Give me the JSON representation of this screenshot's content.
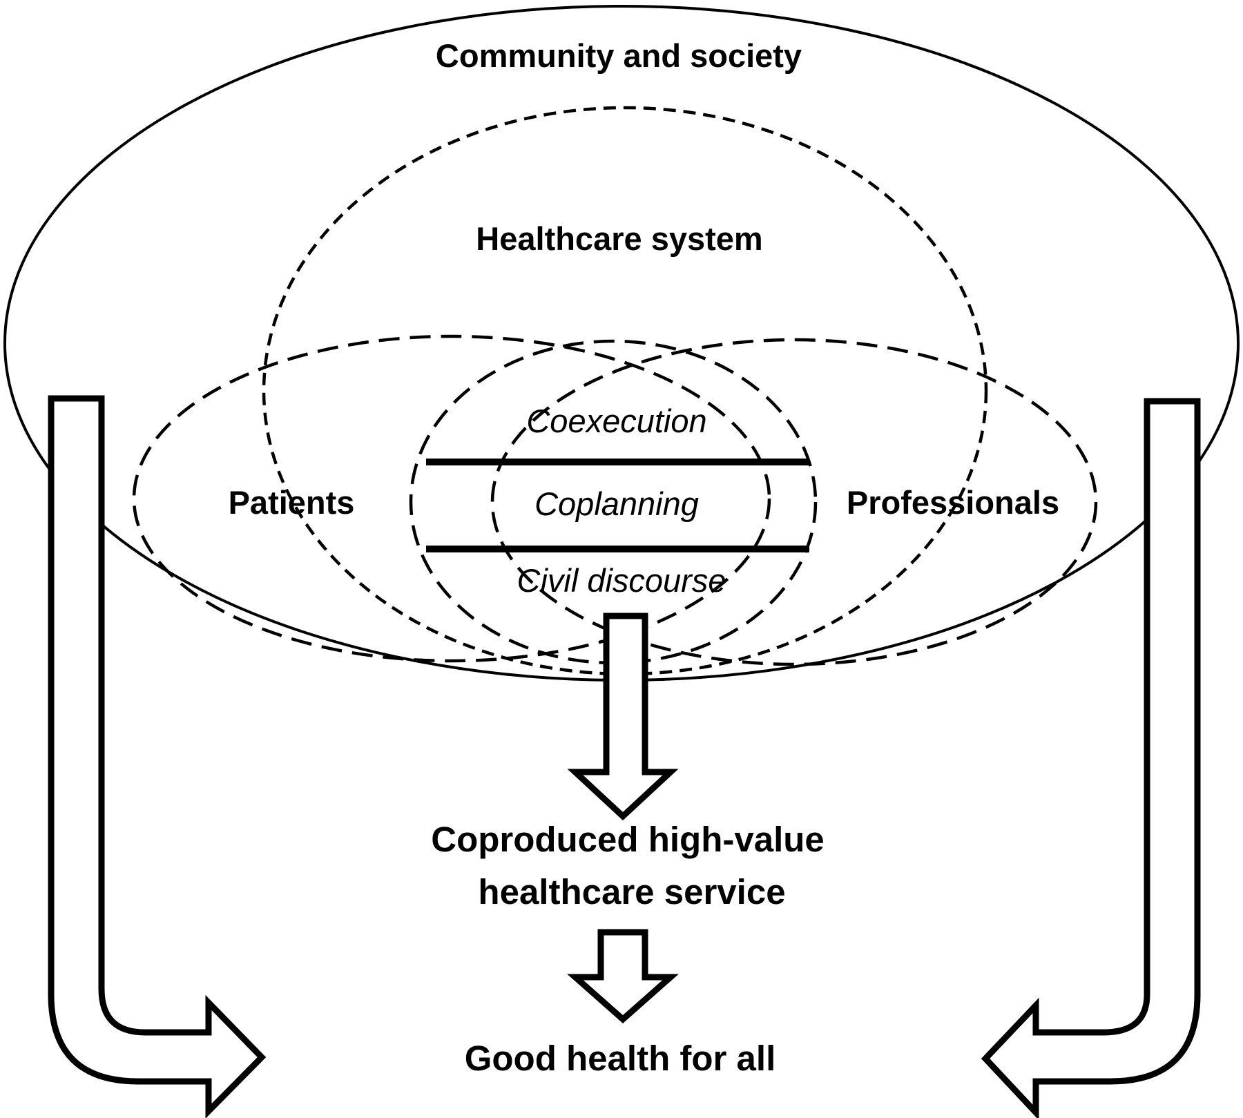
{
  "labels": {
    "community": "Community and society",
    "healthcare_system": "Healthcare system",
    "patients": "Patients",
    "professionals": "Professionals",
    "coexecution": "Coexecution",
    "coplanning": "Coplanning",
    "civil_discourse": "Civil discourse",
    "outcome_line1": "Coproduced high-value",
    "outcome_line2": "healthcare service",
    "goal": "Good health for all"
  },
  "colors": {
    "stroke": "#000000",
    "fill": "#ffffff"
  }
}
